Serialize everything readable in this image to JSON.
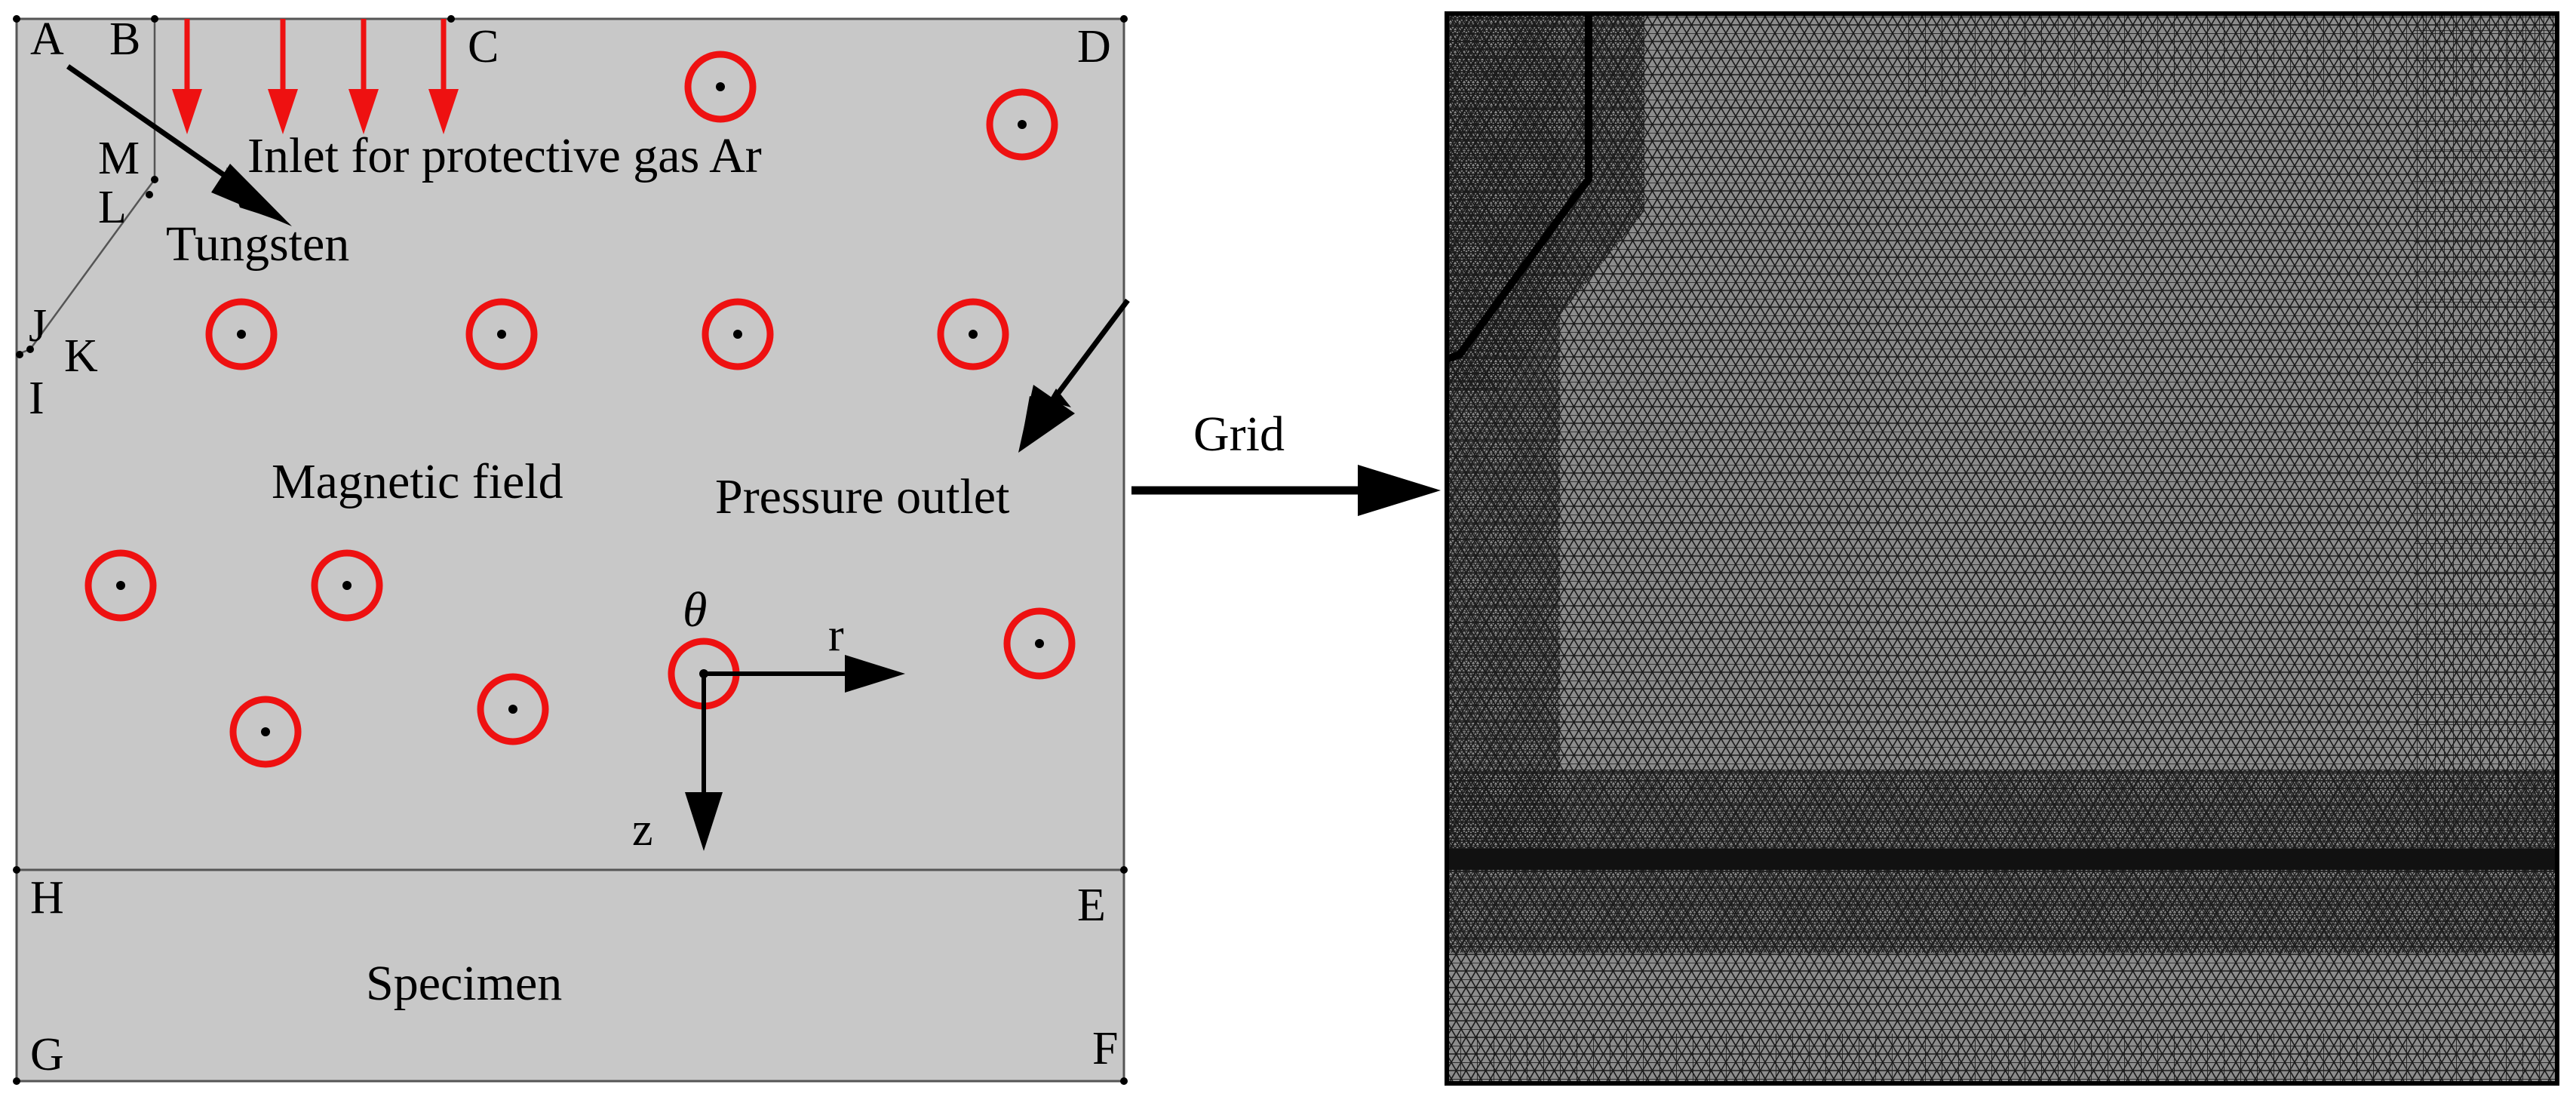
{
  "domain_labels": {
    "points": {
      "A": "A",
      "B": "B",
      "C": "C",
      "D": "D",
      "E": "E",
      "F": "F",
      "G": "G",
      "H": "H",
      "I": "I",
      "J": "J",
      "K": "K",
      "L": "L",
      "M": "M"
    },
    "inlet": "Inlet for protective gas Ar",
    "tungsten": "Tungsten",
    "magnetic_field": "Magnetic field",
    "pressure_outlet": "Pressure outlet",
    "specimen": "Specimen",
    "grid": "Grid"
  },
  "axes": {
    "theta": "θ",
    "r": "r",
    "z": "z"
  },
  "colors": {
    "domain_fill": "#c8c8c8",
    "outline": "#555555",
    "field_marker": "#ee1111",
    "arrow": "#000000",
    "mesh_bg": "#8c8c8c",
    "mesh_line": "#1a1a1a"
  },
  "icons": {
    "field_marker": "circle-with-dot (field out of plane)",
    "inlet_arrow": "red-down-arrow"
  }
}
